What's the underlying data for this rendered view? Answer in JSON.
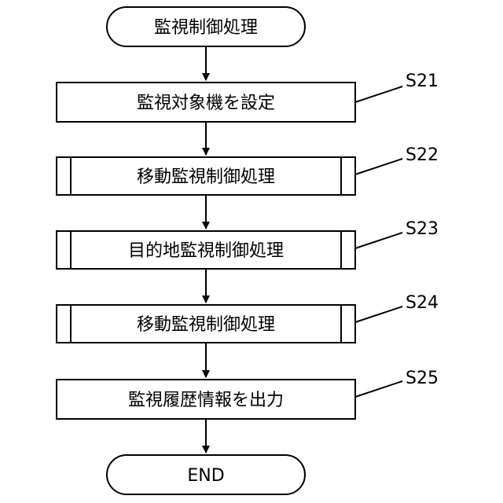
{
  "flowchart": {
    "start": {
      "label": "監視制御処理"
    },
    "steps": [
      {
        "id": "S21",
        "label": "監視対象機を設定",
        "predefined": false
      },
      {
        "id": "S22",
        "label": "移動監視制御処理",
        "predefined": true
      },
      {
        "id": "S23",
        "label": "目的地監視制御処理",
        "predefined": true
      },
      {
        "id": "S24",
        "label": "移動監視制御処理",
        "predefined": true
      },
      {
        "id": "S25",
        "label": "監視履歴情報を出力",
        "predefined": false
      }
    ],
    "end": {
      "label": "END"
    }
  }
}
